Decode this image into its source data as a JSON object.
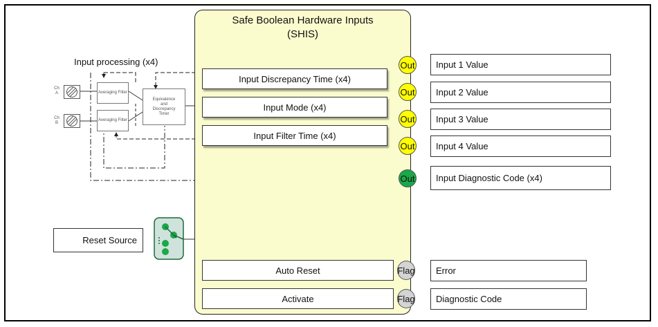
{
  "block": {
    "title_line1": "Safe Boolean Hardware Inputs",
    "title_line2": "(SHIS)"
  },
  "parameters": {
    "discrepancy_time": "Input Discrepancy Time (x4)",
    "input_mode": "Input Mode (x4)",
    "filter_time": "Input Filter Time (x4)",
    "auto_reset": "Auto Reset",
    "activate": "Activate"
  },
  "ports": {
    "out": "Out",
    "flag": "Flag"
  },
  "outputs": {
    "input1": "Input 1 Value",
    "input2": "Input 2 Value",
    "input3": "Input 3 Value",
    "input4": "Input 4 Value",
    "diag": "Input Diagnostic Code (x4)",
    "error": "Error",
    "diag_code": "Diagnostic Code"
  },
  "processing": {
    "title": "Input processing (x4)",
    "ch_label": "Ch",
    "ch_a": "A",
    "ch_b": "B",
    "avg_filter": "Averaging Filter",
    "equiv_line1": "Equivalence",
    "equiv_line2": "and",
    "equiv_line3": "Discrepancy",
    "equiv_line4": "Timer"
  },
  "reset": {
    "label": "Reset Source"
  },
  "colors": {
    "block_fill": "#fbfcce",
    "out_port": "#ffff00",
    "diag_port": "#1aa84a",
    "flag_port": "#d4d4d4",
    "reset_icon": "#cfe3dc"
  }
}
